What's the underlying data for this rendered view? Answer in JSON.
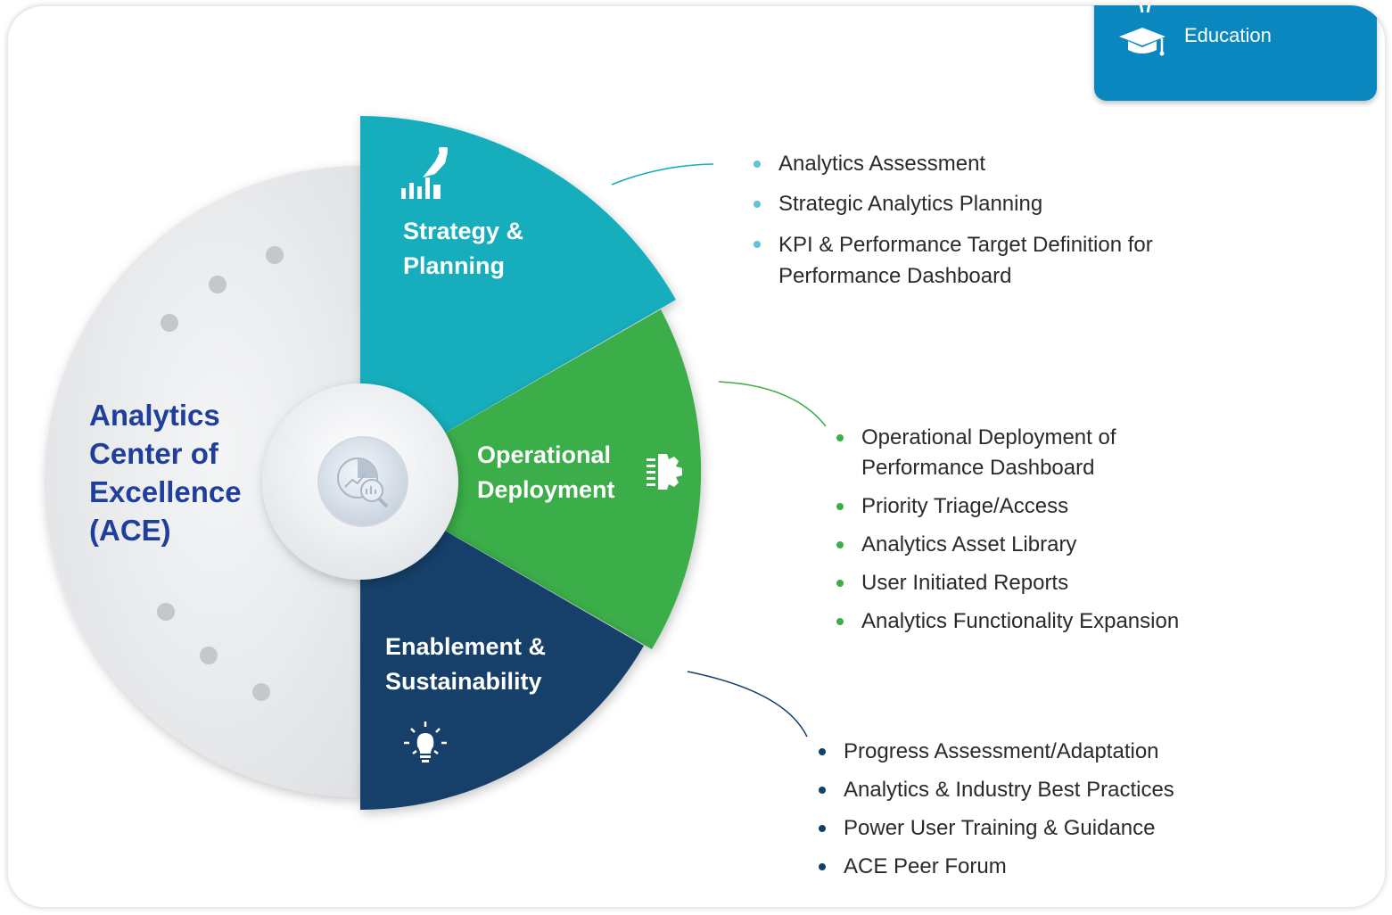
{
  "education_tab": {
    "label": "Education",
    "icon": "graduation-cap-icon",
    "background": "#0a87bf"
  },
  "center": {
    "title": "Analytics Center of Excellence (ACE)",
    "icon": "analytics-magnifier-icon",
    "title_color": "#1f3f9a"
  },
  "segments": [
    {
      "id": "strategy",
      "label": "Strategy & Planning",
      "icon": "hand-bar-chart-icon",
      "color": "#14aebd",
      "bullets": [
        "Analytics Assessment",
        "Strategic Analytics Planning",
        "KPI & Performance Target Definition for Performance Dashboard"
      ]
    },
    {
      "id": "operational",
      "label": "Operational Deployment",
      "icon": "gear-chip-icon",
      "color": "#3aae49",
      "bullets": [
        "Operational Deployment of Performance Dashboard",
        "Priority Triage/Access",
        "Analytics Asset Library",
        "User Initiated Reports",
        "Analytics Functionality Expansion"
      ]
    },
    {
      "id": "enablement",
      "label": "Enablement & Sustainability",
      "icon": "lightbulb-icon",
      "color": "#123f6b",
      "bullets": [
        "Progress Assessment/Adaptation",
        "Analytics & Industry Best Practices",
        "Power User Training & Guidance",
        "ACE Peer Forum"
      ]
    }
  ]
}
